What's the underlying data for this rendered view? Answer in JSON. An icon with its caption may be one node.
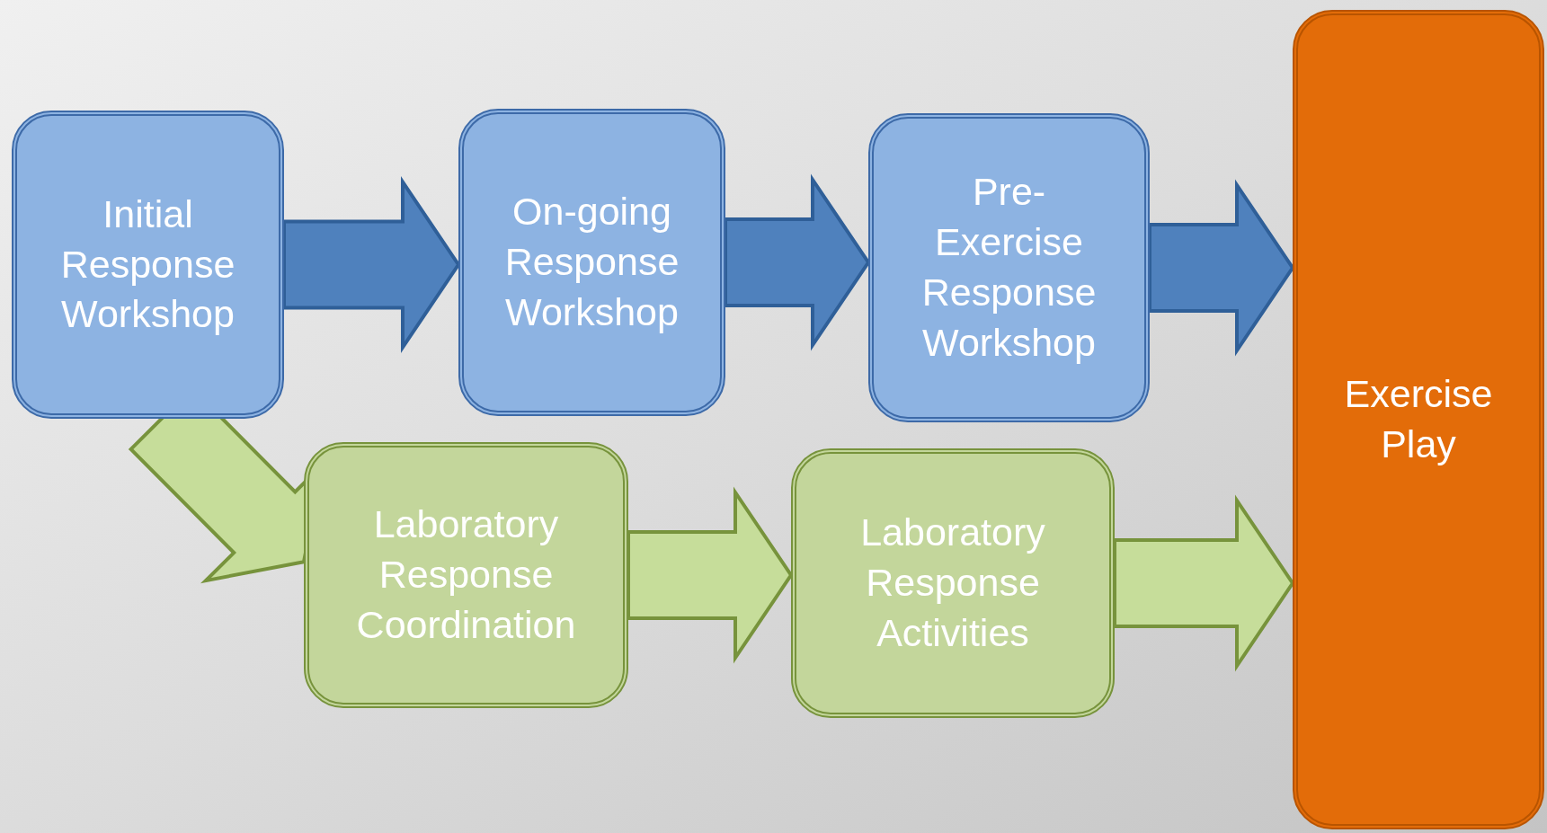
{
  "diagram": {
    "nodes": [
      {
        "text": [
          "Initial Response Workshop"
        ]
      },
      {
        "text": [
          "On-going Response Workshop"
        ]
      },
      {
        "text": [
          "Pre- Exercise Response Workshop"
        ]
      },
      {
        "text": [
          "Exercise Play"
        ]
      },
      {
        "text": [
          "Laboratory Response Coordination"
        ]
      },
      {
        "text": [
          "Laboratory Response Activities"
        ]
      }
    ],
    "edges": [
      {
        "from": 0,
        "to": 1,
        "arrow": "to"
      },
      {
        "from": 1,
        "to": 2,
        "arrow": "to"
      },
      {
        "from": 2,
        "to": 3,
        "arrow": "to"
      },
      {
        "from": 0,
        "to": 4,
        "arrow": "to",
        "color": "#c6dd9a"
      },
      {
        "from": 4,
        "to": 5,
        "arrow": "to",
        "color": "#c6dd9a"
      },
      {
        "from": 5,
        "to": 3,
        "arrow": "to",
        "color": "#c6dd9a"
      }
    ]
  }
}
